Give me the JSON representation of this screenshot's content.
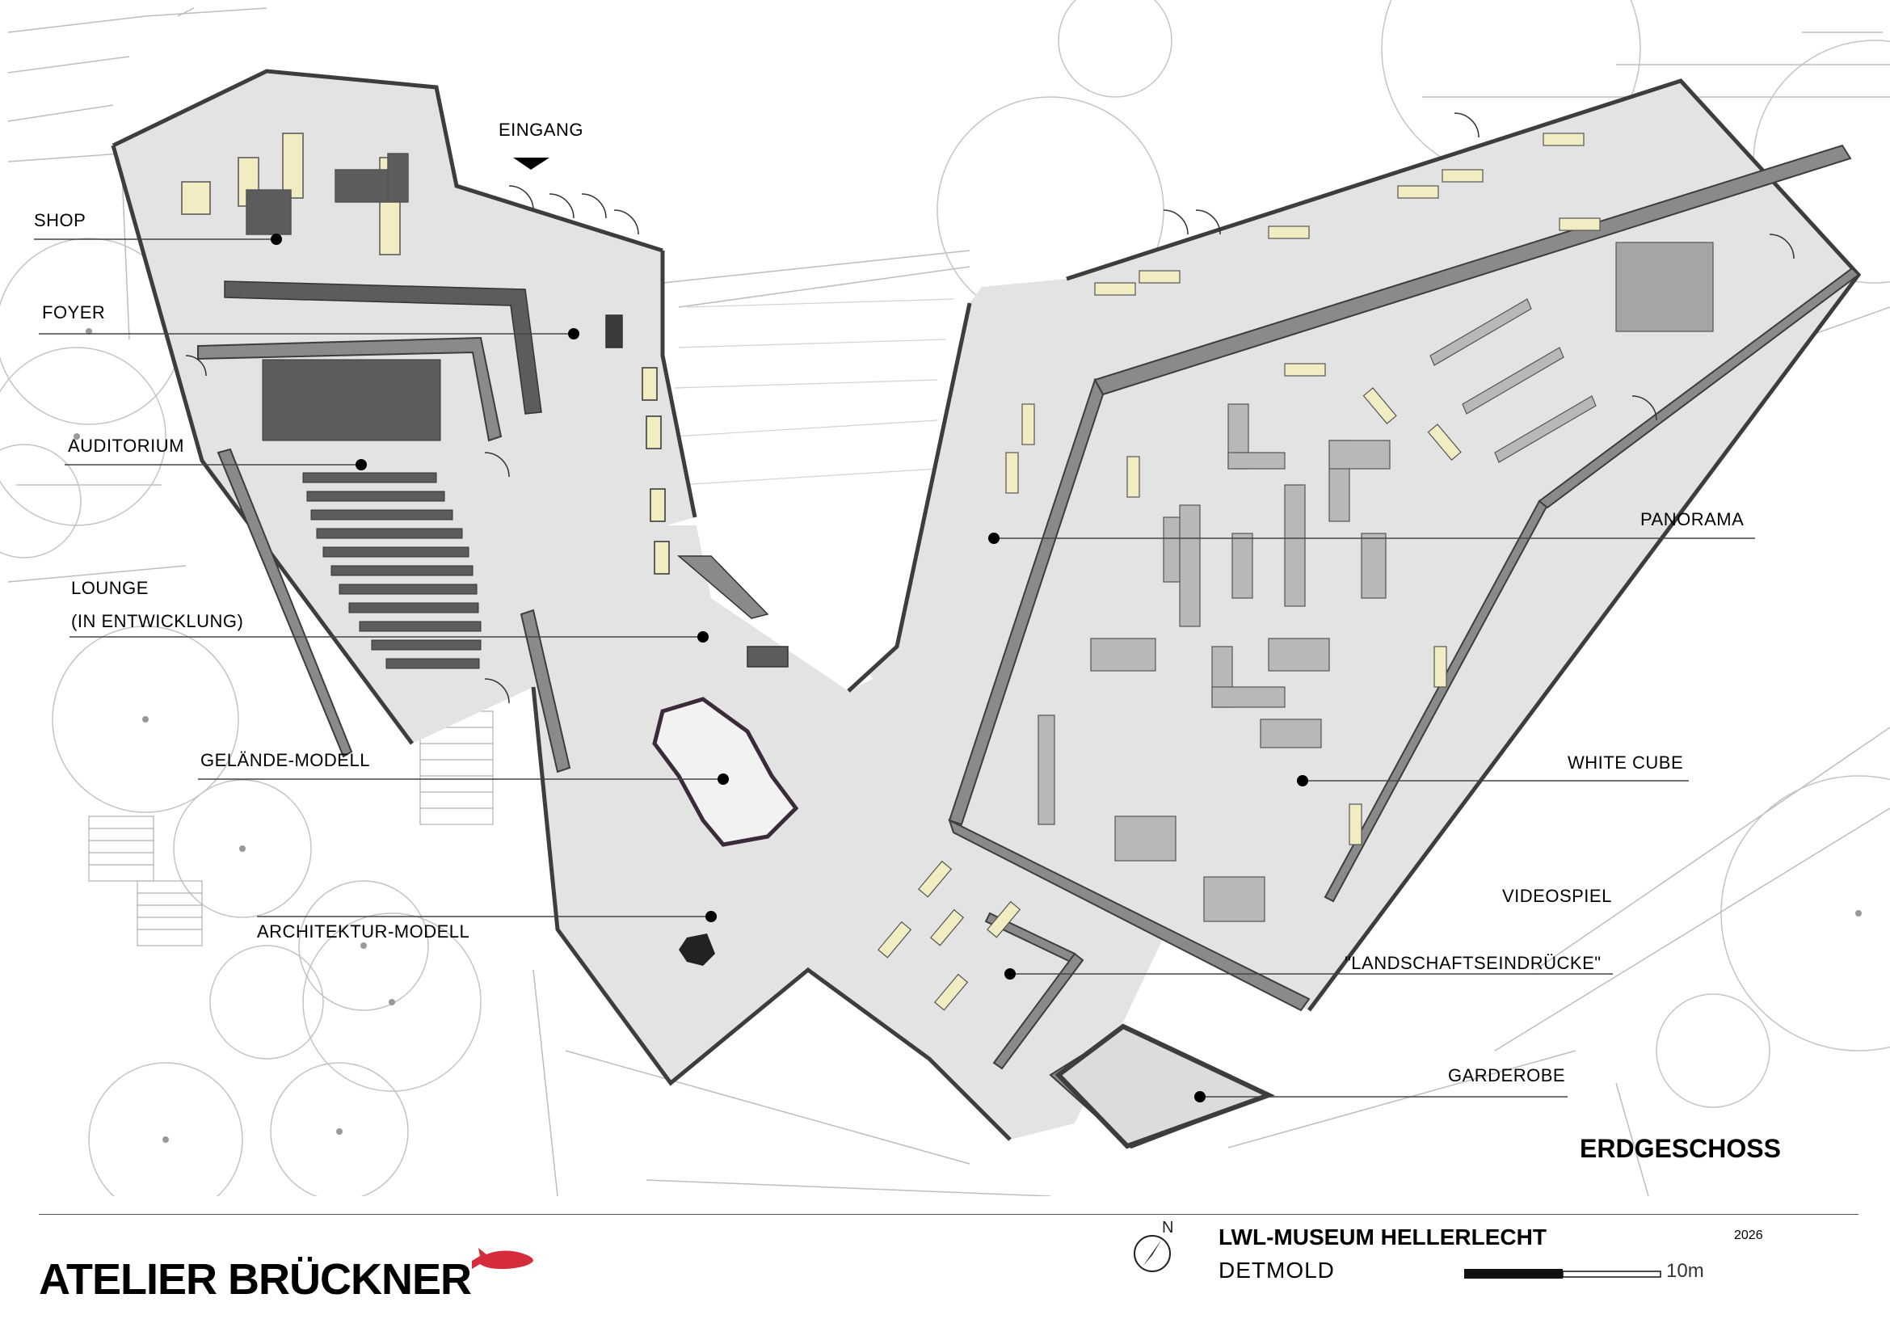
{
  "labels": {
    "eingang": "EINGANG",
    "shop": "SHOP",
    "foyer": "FOYER",
    "auditorium": "AUDITORIUM",
    "lounge_1": "LOUNGE",
    "lounge_2": "(IN ENTWICKLUNG)",
    "gelaende_modell": "GELÄNDE-MODELL",
    "architektur_modell": "ARCHITEKTUR-MODELL",
    "panorama": "PANORAMA",
    "white_cube": "WHITE CUBE",
    "videospiel_1": "VIDEOSPIEL",
    "videospiel_2": "\"LANDSCHAFTSEINDRÜCKE\"",
    "garderobe": "GARDEROBE"
  },
  "floor_title": "ERDGESCHOSS",
  "footer": {
    "brand": "ATELIER BRÜCKNER",
    "museum": "LWL-MUSEUM HELLERLECHT",
    "city": "DETMOLD",
    "year": "2026",
    "compass_letter": "N",
    "scale_text": "10m"
  },
  "colors": {
    "floor": "#e3e3e3",
    "wall": "#4a4a4a",
    "furniture": "#f2ecc2",
    "accent_fish": "#d62b3a"
  },
  "icons": {
    "entrance": "entrance-arrow-icon",
    "compass": "north-compass-icon",
    "brand": "red-fish-logo-icon"
  }
}
